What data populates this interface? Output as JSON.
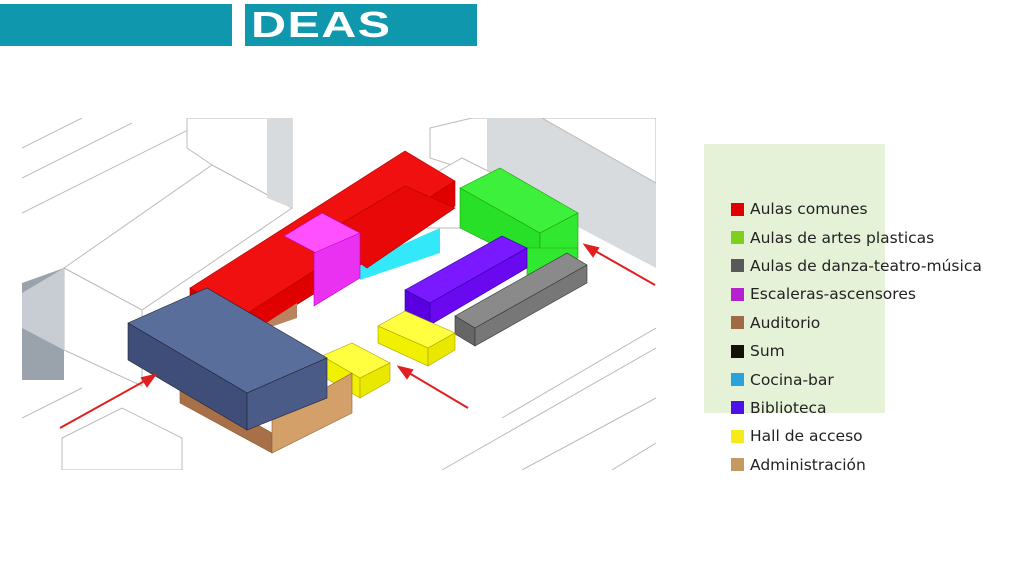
{
  "header": {
    "title": "DEAS",
    "accent_color": "#0e97ad"
  },
  "legend": [
    {
      "label": "Aulas comunes",
      "color": "#e00000"
    },
    {
      "label": "Aulas de artes plasticas",
      "color": "#7fcf1f"
    },
    {
      "label": "Aulas de danza-teatro-música",
      "color": "#58595b"
    },
    {
      "label": "Escaleras-ascensores",
      "color": "#b620d0"
    },
    {
      "label": "Auditorio",
      "color": "#a06a45"
    },
    {
      "label": "Sum",
      "color": "#15120c"
    },
    {
      "label": "Cocina-bar",
      "color": "#2aa3dc"
    },
    {
      "label": "Biblioteca",
      "color": "#4e10e8"
    },
    {
      "label": "Hall de acceso",
      "color": "#f5eb1a"
    },
    {
      "label": "Administración",
      "color": "#c49a62"
    }
  ]
}
